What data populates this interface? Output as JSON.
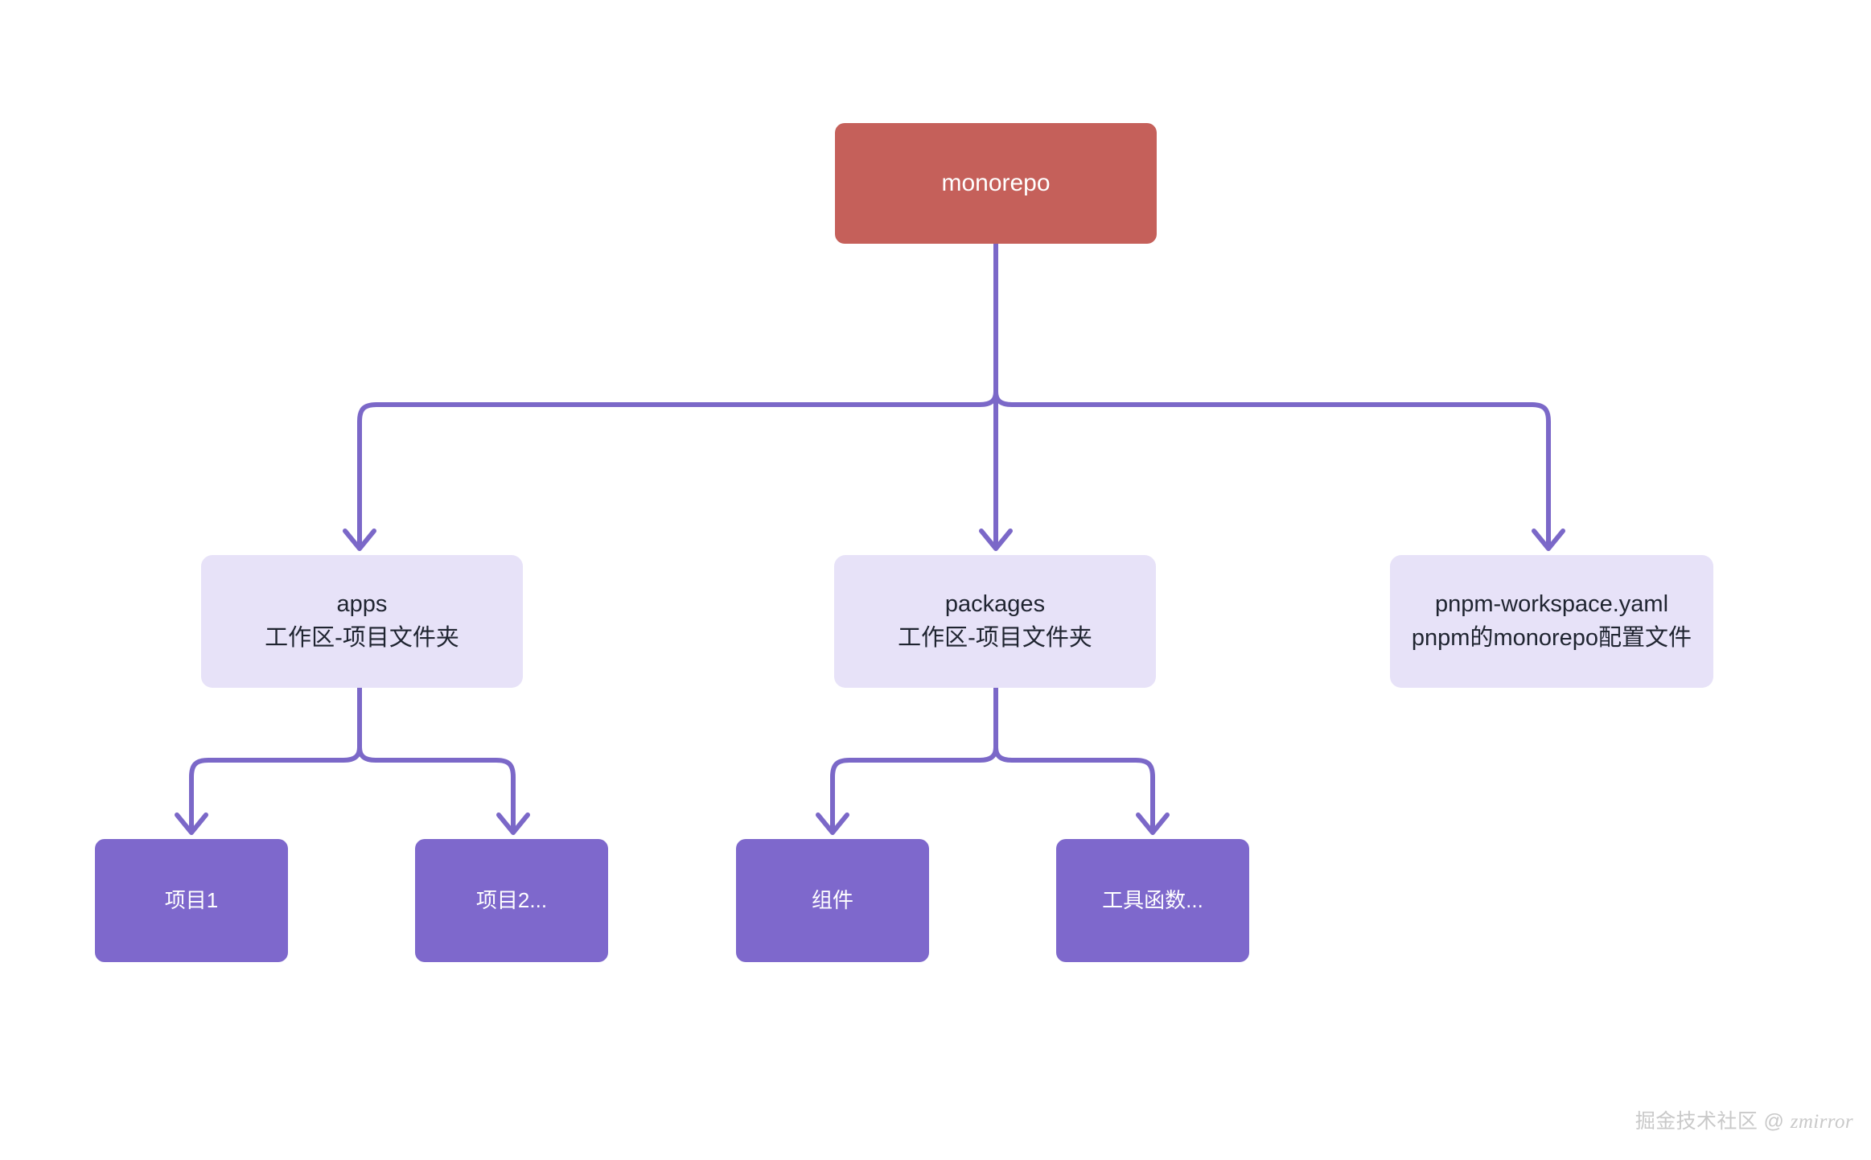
{
  "diagram": {
    "type": "flowchart",
    "direction": "top-down",
    "background_color": "#ffffff",
    "edge_color": "#7b68c8",
    "nodes": {
      "root": {
        "id": "monorepo",
        "label": "monorepo",
        "fill": "#c5605a",
        "text_color": "#ffffff"
      },
      "level2": [
        {
          "id": "apps",
          "line1": "apps",
          "line2": "工作区-项目文件夹",
          "fill": "#e7e2f8",
          "text_color": "#1f2430"
        },
        {
          "id": "packages",
          "line1": "packages",
          "line2": "工作区-项目文件夹",
          "fill": "#e7e2f8",
          "text_color": "#1f2430"
        },
        {
          "id": "pnpm-workspace",
          "line1": "pnpm-workspace.yaml",
          "line2": "pnpm的monorepo配置文件",
          "fill": "#e7e2f8",
          "text_color": "#1f2430"
        }
      ],
      "level3": [
        {
          "id": "project-1",
          "label": "项目1",
          "fill": "#7e68cc",
          "text_color": "#ffffff"
        },
        {
          "id": "project-2",
          "label": "项目2...",
          "fill": "#7e68cc",
          "text_color": "#ffffff"
        },
        {
          "id": "components",
          "label": "组件",
          "fill": "#7e68cc",
          "text_color": "#ffffff"
        },
        {
          "id": "utils",
          "label": "工具函数...",
          "fill": "#7e68cc",
          "text_color": "#ffffff"
        }
      ]
    },
    "edges": [
      {
        "from": "monorepo",
        "to": "apps"
      },
      {
        "from": "monorepo",
        "to": "packages"
      },
      {
        "from": "monorepo",
        "to": "pnpm-workspace"
      },
      {
        "from": "apps",
        "to": "project-1"
      },
      {
        "from": "apps",
        "to": "project-2"
      },
      {
        "from": "packages",
        "to": "components"
      },
      {
        "from": "packages",
        "to": "utils"
      }
    ]
  },
  "watermark": {
    "site": "掘金技术社区 @",
    "handle": "zmirror",
    "color": "#c9c9c9"
  }
}
